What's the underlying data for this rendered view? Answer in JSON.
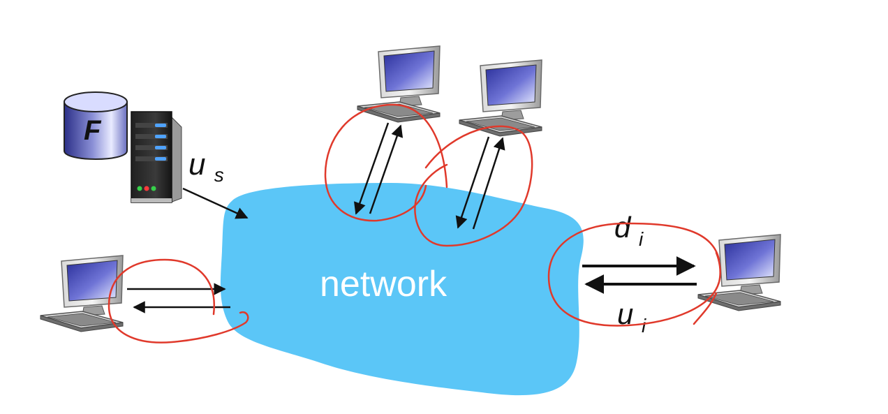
{
  "diagram": {
    "file_label": "F",
    "server_upload": {
      "base": "u",
      "sub": "s"
    },
    "network_label": "network",
    "peer_download": {
      "base": "d",
      "sub": "i"
    },
    "peer_upload": {
      "base": "u",
      "sub": "i"
    }
  },
  "colors": {
    "network_fill": "#5bc6f7",
    "annotation_stroke": "#e0392b",
    "arrow": "#111111",
    "network_text": "#ffffff",
    "disk_fill": "#3a3e9c",
    "monitor_screen": "#4a4fc0"
  },
  "icons": {
    "file_disk": "database-cylinder-icon",
    "server": "server-rack-icon",
    "peer": "desktop-computer-icon"
  }
}
